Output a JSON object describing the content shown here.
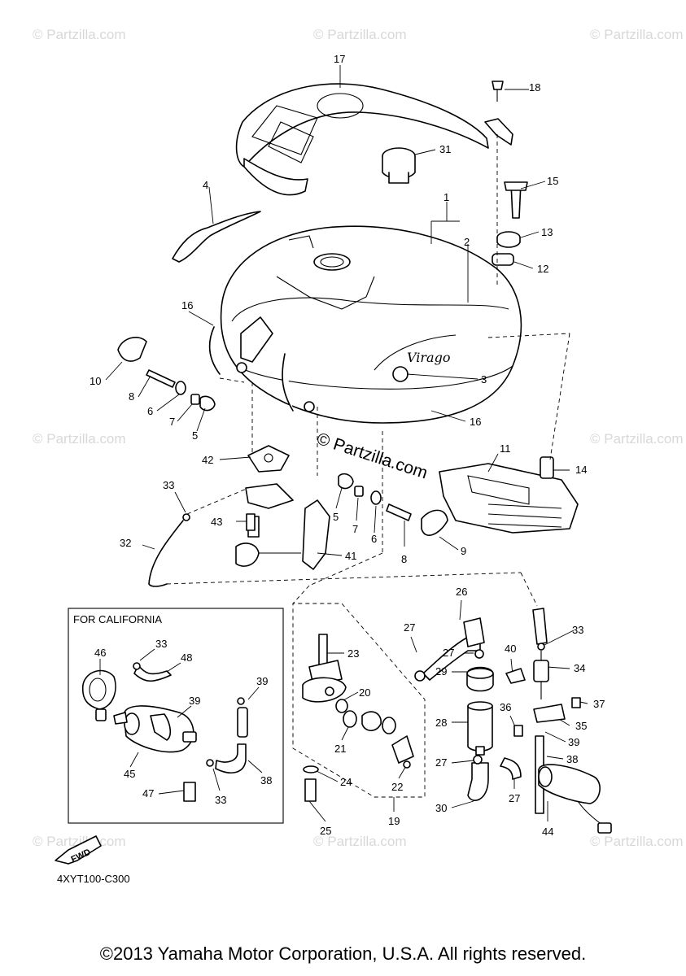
{
  "diagram": {
    "california_label": "FOR CALIFORNIA",
    "diagram_code": "4XYT100-C300",
    "fwd_label": "FWD",
    "brand_script": "Virago",
    "watermark_text": "© Partzilla.com",
    "callouts": {
      "c1": "1",
      "c2": "2",
      "c3": "3",
      "c4": "4",
      "c5a": "5",
      "c5b": "5",
      "c6a": "6",
      "c6b": "6",
      "c7a": "7",
      "c7b": "7",
      "c8a": "8",
      "c8b": "8",
      "c9": "9",
      "c10": "10",
      "c11": "11",
      "c12": "12",
      "c13": "13",
      "c14": "14",
      "c15": "15",
      "c16a": "16",
      "c16b": "16",
      "c17": "17",
      "c18": "18",
      "c19": "19",
      "c20": "20",
      "c21": "21",
      "c22": "22",
      "c23": "23",
      "c24": "24",
      "c25": "25",
      "c26": "26",
      "c27a": "27",
      "c27b": "27",
      "c27c": "27",
      "c27d": "27",
      "c28": "28",
      "c29": "29",
      "c30": "30",
      "c31": "31",
      "c32": "32",
      "c33a": "33",
      "c33b": "33",
      "c33c": "33",
      "c33d": "33",
      "c34": "34",
      "c35": "35",
      "c36": "36",
      "c37": "37",
      "c38a": "38",
      "c38b": "38",
      "c39a": "39",
      "c39b": "39",
      "c39c": "39",
      "c40": "40",
      "c41": "41",
      "c42": "42",
      "c43": "43",
      "c44": "44",
      "c45": "45",
      "c46": "46",
      "c47": "47",
      "c48": "48"
    }
  },
  "footer": {
    "copyright": "©2013 Yamaha Motor Corporation, U.S.A. All rights reserved."
  }
}
